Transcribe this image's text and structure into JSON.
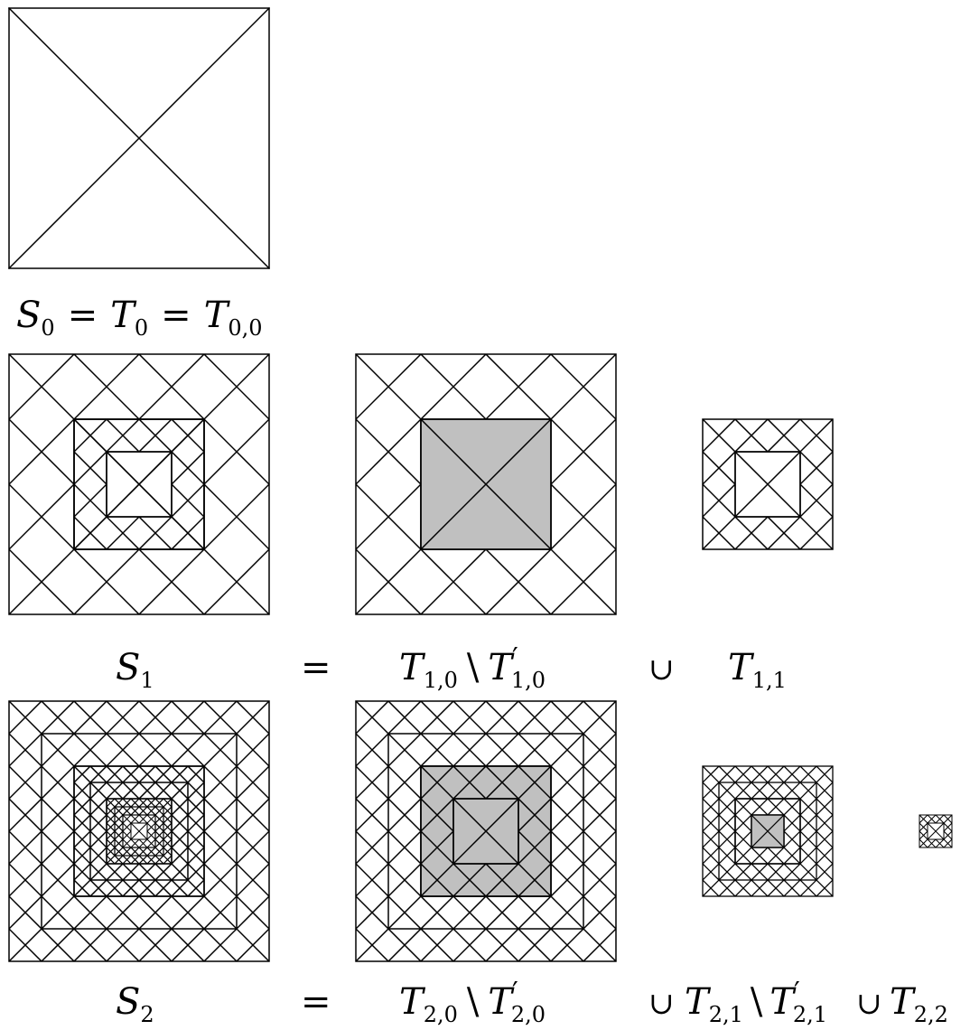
{
  "diagram": {
    "stroke_color": "#000000",
    "shade_color": "#c0c0c0",
    "background": "#ffffff",
    "rows": [
      {
        "id": "S0",
        "label": {
          "S": "S",
          "S_sub": "0",
          "eq1": "=",
          "T": "T",
          "T_sub": "0",
          "eq2": "=",
          "T2": "T",
          "T2_sub": "0,0"
        }
      },
      {
        "id": "S1",
        "label": {
          "S": "S",
          "S_sub": "1",
          "eq": "=",
          "a": "T",
          "a_sub": "1,0",
          "setminus": "\\",
          "b": "T",
          "b_prime": "′",
          "b_sub": "1,0",
          "cup": "∪",
          "c": "T",
          "c_sub": "1,1"
        }
      },
      {
        "id": "S2",
        "label": {
          "S": "S",
          "S_sub": "2",
          "eq": "=",
          "a": "T",
          "a_sub": "2,0",
          "setminus1": "\\",
          "b": "T",
          "b_prime": "′",
          "b_sub": "2,0",
          "cup1": "∪",
          "c": "T",
          "c_sub": "2,1",
          "setminus2": "\\",
          "d": "T",
          "d_prime": "′",
          "d_sub": "2,1",
          "cup2": "∪",
          "e": "T",
          "e_sub": "2,2"
        }
      }
    ]
  }
}
